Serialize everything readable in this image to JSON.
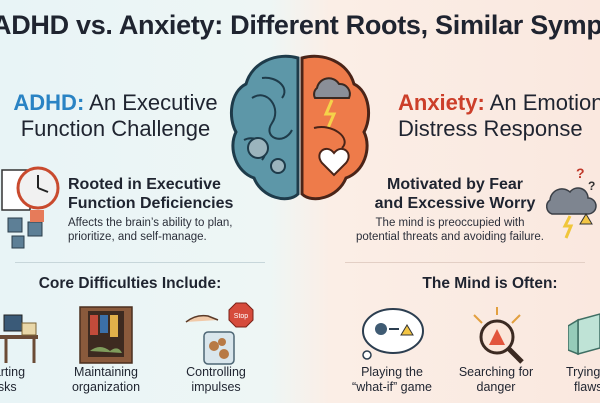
{
  "title": "ADHD vs. Anxiety: Different Roots, Similar Symptoms",
  "left": {
    "heading_accent": "ADHD:",
    "heading_rest_1": " An Executive",
    "heading_line2": "Function Challenge",
    "subheading_line1": "Rooted in Executive",
    "subheading_line2": "Function Deficiencies",
    "description_line1": "Affects the brain’s ability to plan,",
    "description_line2": "prioritize, and self-manage.",
    "section_title": "Core Difficulties Include:",
    "items": [
      {
        "line1": "Starting",
        "line2": "tasks"
      },
      {
        "line1": "Maintaining",
        "line2": "organization"
      },
      {
        "line1": "Controlling",
        "line2": "impulses"
      }
    ],
    "stop_sign_text": "Stop",
    "accent_color": "#2a83c4"
  },
  "right": {
    "heading_accent": "Anxiety:",
    "heading_rest_1": " An Emotional",
    "heading_line2": "Distress Response",
    "subheading_line1": "Motivated by Fear",
    "subheading_line2": "and Excessive Worry",
    "description_line1": "The mind is preoccupied with",
    "description_line2": "potential threats and avoiding failure.",
    "section_title": "The Mind is Often:",
    "items": [
      {
        "line1": "Playing the",
        "line2": "“what-if” game"
      },
      {
        "line1": "Searching for",
        "line2": "danger"
      },
      {
        "line1": "Trying to",
        "line2": "flaws"
      }
    ],
    "accent_color": "#cc3f2a"
  },
  "icons": [
    "brain-icon",
    "clock-icon",
    "puzzle-icon",
    "desk-icon",
    "closet-icon",
    "cookie-jar-icon",
    "stop-sign-icon",
    "thought-bubble-icon",
    "magnifier-warning-icon",
    "storm-cloud-icon",
    "cube-icon"
  ]
}
